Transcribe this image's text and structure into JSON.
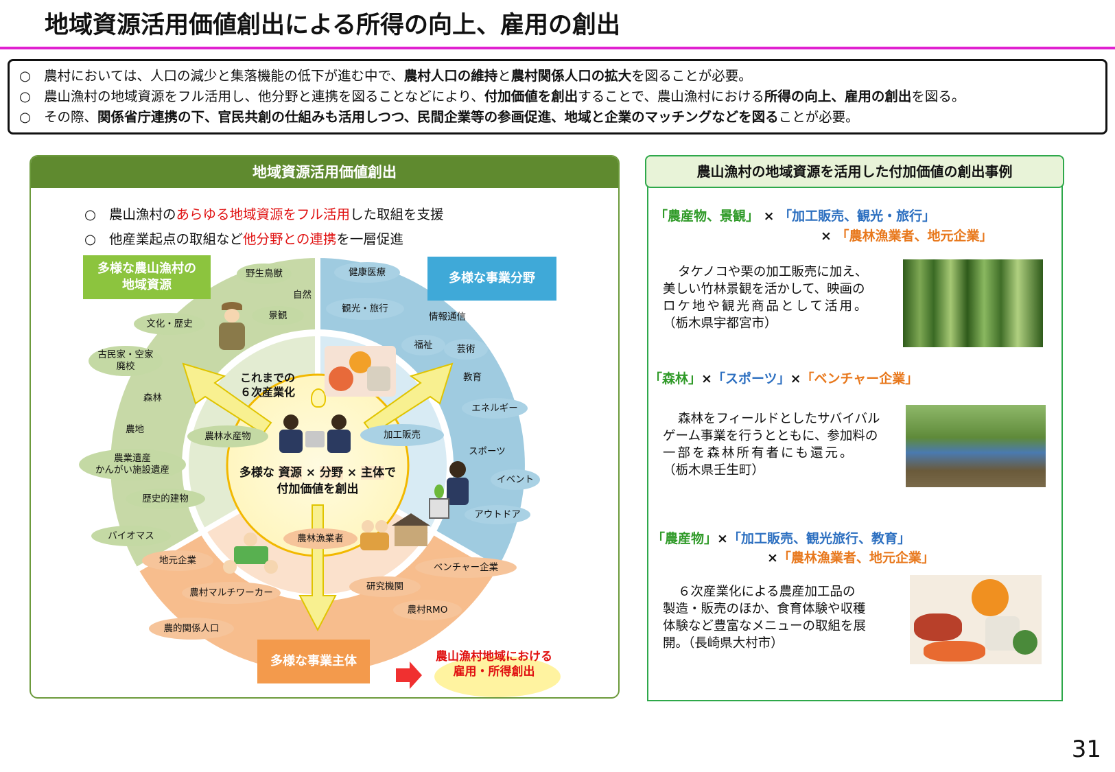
{
  "title": "地域資源活用価値創出による所得の向上、雇用の創出",
  "summary": [
    {
      "pre": "農村においては、人口の減少と集落機能の低下が進む中で、",
      "b1": "農村人口の維持",
      "mid": "と",
      "b2": "農村関係人口の拡大",
      "post": "を図ることが必要。"
    },
    {
      "pre": "農山漁村の地域資源をフル活用し、他分野と連携を図ることなどにより、",
      "b1": "付加価値を創出",
      "mid": "することで、農山漁村における",
      "b2": "所得の向上、雇用の創出",
      "post": "を図る。"
    },
    {
      "pre": "その際、",
      "b1": "関係省庁連携の下、官民共創の仕組みも活用しつつ、民間企業等の参画促進、地域と企業のマッチングなどを図る",
      "mid": "",
      "b2": "",
      "post": "ことが必要。"
    }
  ],
  "bullet_mark": "○",
  "left": {
    "header": "地域資源活用価値創出",
    "bullets": [
      {
        "pre": "農山漁村の",
        "red": "あらゆる地域資源をフル活用",
        "post": "した取組を支援"
      },
      {
        "pre": "他産業起点の取組など",
        "red": "他分野との連携",
        "post": "を一層促進"
      }
    ],
    "box_resources": "多様な農山漁村の\n地域資源",
    "box_fields": "多様な事業分野",
    "box_actors": "多様な事業主体",
    "result": "農山漁村地域における\n雇用・所得創出",
    "green_items": [
      "野生鳥獣",
      "自然",
      "景観",
      "文化・歴史",
      "古民家・空家\n廃校",
      "森林",
      "農地",
      "農業遺産\nかんがい施設遺産",
      "歴史的建物",
      "バイオマス",
      "農林水産物"
    ],
    "blue_items": [
      "健康医療",
      "観光・旅行",
      "情報通信",
      "福祉",
      "芸術",
      "教育",
      "エネルギー",
      "スポーツ",
      "イベント",
      "アウトドア",
      "加工販売"
    ],
    "orange_items": [
      "農林漁業者",
      "地元企業",
      "ベンチャー企業",
      "研究機関",
      "農村マルチワーカー",
      "農村RMO",
      "農的関係人口"
    ],
    "center_top": "これまでの\n６次産業化",
    "center_line1a": "多様な",
    "center_line1b": "資源",
    "center_line1c": "×",
    "center_line1d": "分野",
    "center_line1e": "×",
    "center_line1f": "主体",
    "center_line1g": "で",
    "center_line2": "付加価値を創出"
  },
  "right": {
    "header": "農山漁村の地域資源を活用した付加価値の創出事例",
    "cases": [
      {
        "cap1": [
          [
            "「農産物、景観」",
            "g"
          ],
          [
            " × ",
            "k"
          ],
          [
            "「加工販売、観光・旅行」",
            "b"
          ]
        ],
        "cap2": [
          [
            "× ",
            "k"
          ],
          [
            "「農林漁業者、地元企業」",
            "o"
          ]
        ],
        "desc": [
          "タケノコや栗の加工販売に加え、",
          "美しい竹林景観を活かして、映画の",
          "ロケ地や観光商品として活用。",
          "（栃木県宇都宮市）"
        ],
        "photo": "bamboo-forest-photo"
      },
      {
        "cap1": [
          [
            "「森林」",
            "g"
          ],
          [
            "×",
            "k"
          ],
          [
            "「スポーツ」",
            "b"
          ],
          [
            "×",
            "k"
          ],
          [
            "「ベンチャー企業」",
            "o"
          ]
        ],
        "cap2": [],
        "desc": [
          "森林をフィールドとしたサバイバル",
          "ゲーム事業を行うとともに、参加料の",
          "一部を森林所有者にも還元。",
          "（栃木県壬生町）"
        ],
        "photo": "forest-game-photo"
      },
      {
        "cap1": [
          [
            "「農産物」",
            "g"
          ],
          [
            "×",
            "k"
          ],
          [
            "「加工販売、観光旅行、教育」",
            "b"
          ]
        ],
        "cap2": [
          [
            "×",
            "k"
          ],
          [
            "「農林漁業者、地元企業」",
            "o"
          ]
        ],
        "desc": [
          "６次産業化による農産加工品の",
          "製造・販売のほか、食育体験や収穫",
          "体験など豊富なメニューの取組を展",
          "開。（長崎県大村市）"
        ],
        "photo": "farm-products-photo"
      }
    ]
  },
  "page_number": "31",
  "colors": {
    "accent": "#e020d0",
    "green_header": "#5f8a2f",
    "case_green": "#2ea84a",
    "red": "#e01010"
  }
}
